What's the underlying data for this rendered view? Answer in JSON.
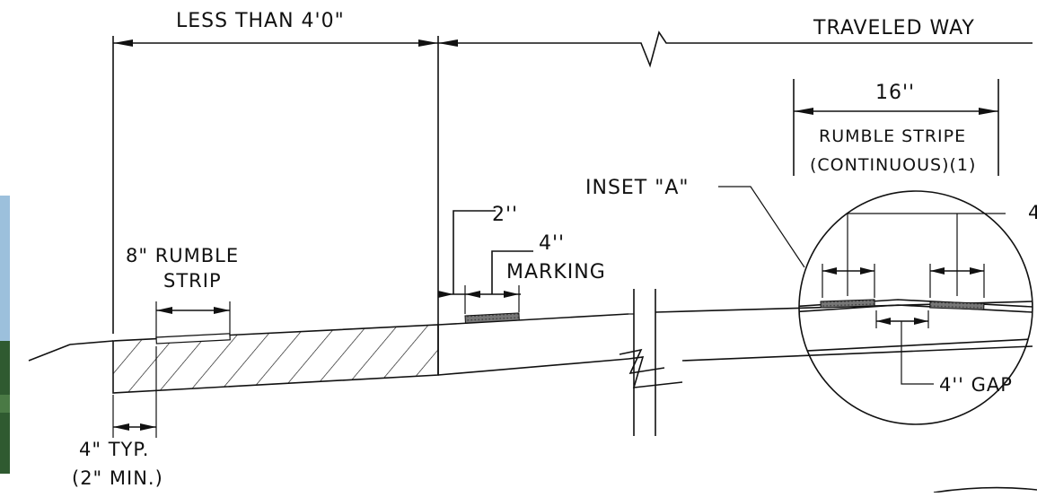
{
  "labels": {
    "less_than": "LESS THAN 4'0\"",
    "traveled_way": "TRAVELED WAY",
    "sixteen": "16''",
    "rumble_stripe_1": "RUMBLE STRIPE",
    "rumble_stripe_2": "(CONTINUOUS)(1)",
    "inset": "INSET \"A\"",
    "two_in": "2''",
    "four_in": "4''",
    "marking": "MARKING",
    "rumble_strip_1": "8\" RUMBLE",
    "rumble_strip_2": "STRIP",
    "gap": "4'' GAP",
    "typ": "4\" TYP.",
    "min": "(2\"  MIN.)",
    "edge_char": "4"
  },
  "colors": {
    "line": "#111111",
    "photo_sky": "#8fb8d8",
    "photo_tree": "#2e5a2e"
  }
}
